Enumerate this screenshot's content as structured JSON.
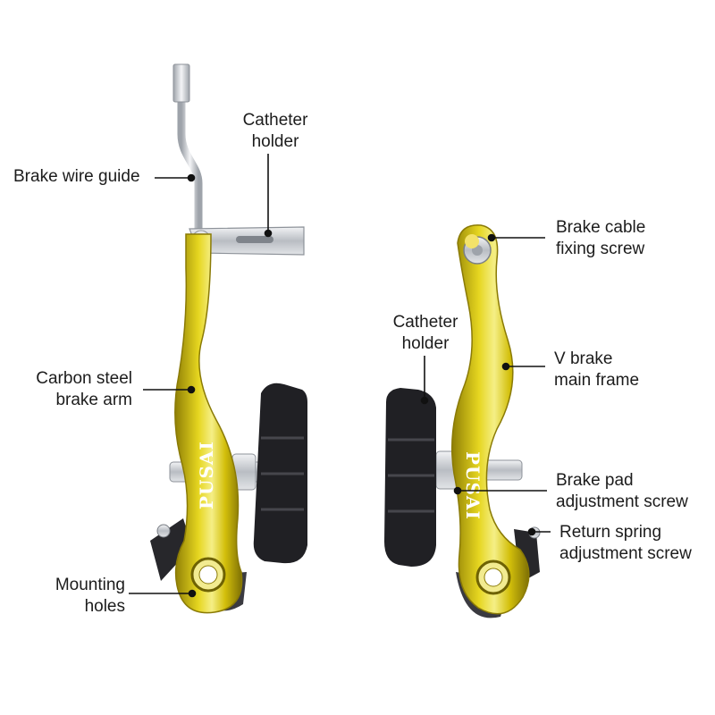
{
  "brand_text": "PUSAI",
  "colors": {
    "arm_gold": "#d6c20c",
    "arm_highlight": "#f3ec7a",
    "arm_shadow": "#9a8a06",
    "pad_black": "#1f1f22",
    "metal_silver": "#c9ccd1",
    "leader_line": "#111111"
  },
  "labels": {
    "brake_wire_guide": "Brake wire guide",
    "catheter_holder_left": [
      "Catheter",
      "holder"
    ],
    "carbon_steel_arm": [
      "Carbon steel",
      "brake arm"
    ],
    "mounting_holes": [
      "Mounting",
      "holes"
    ],
    "catheter_holder_right": [
      "Catheter",
      "holder"
    ],
    "brake_cable_screw": [
      "Brake cable",
      "fixing screw"
    ],
    "v_brake_frame": [
      "V brake",
      "main frame"
    ],
    "brake_pad_screw": [
      "Brake pad",
      "adjustment screw"
    ],
    "return_spring_screw": [
      "Return spring",
      "adjustment screw"
    ]
  }
}
